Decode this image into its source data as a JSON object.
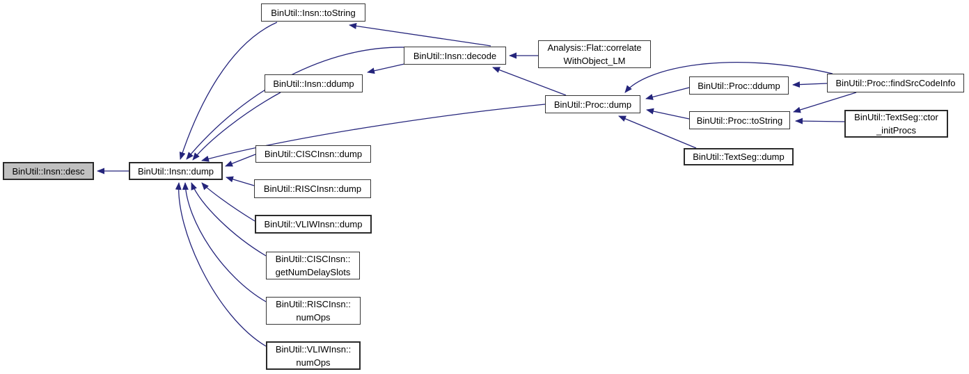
{
  "diagram": {
    "kind": "caller-graph",
    "colors": {
      "background": "#ffffff",
      "edge_color": "#24247b",
      "node_fill": "#ffffff",
      "node_border": "#343434",
      "selected_fill": "#c0c0c0"
    },
    "nodes": [
      {
        "id": "insn-desc",
        "label": "BinUtil::Insn::desc",
        "selected": true
      },
      {
        "id": "insn-dump",
        "label": "BinUtil::Insn::dump"
      },
      {
        "id": "insn-tostring",
        "label": "BinUtil::Insn::toString"
      },
      {
        "id": "insn-decode",
        "label": "BinUtil::Insn::decode"
      },
      {
        "id": "insn-ddump",
        "label": "BinUtil::Insn::ddump"
      },
      {
        "id": "flat-correlate",
        "label": "Analysis::Flat::correlate\nWithObject_LM"
      },
      {
        "id": "proc-dump",
        "label": "BinUtil::Proc::dump"
      },
      {
        "id": "proc-ddump",
        "label": "BinUtil::Proc::ddump"
      },
      {
        "id": "proc-findsrccodeinfo",
        "label": "BinUtil::Proc::findSrcCodeInfo"
      },
      {
        "id": "proc-tostring",
        "label": "BinUtil::Proc::toString"
      },
      {
        "id": "textseg-ctor-initprocs",
        "label": "BinUtil::TextSeg::ctor\n_initProcs"
      },
      {
        "id": "textseg-dump",
        "label": "BinUtil::TextSeg::dump"
      },
      {
        "id": "ciscinsn-dump",
        "label": "BinUtil::CISCInsn::dump"
      },
      {
        "id": "riscinsn-dump",
        "label": "BinUtil::RISCInsn::dump"
      },
      {
        "id": "vliwinsn-dump",
        "label": "BinUtil::VLIWInsn::dump"
      },
      {
        "id": "ciscinsn-getnumdelayslots",
        "label": "BinUtil::CISCInsn::\ngetNumDelaySlots"
      },
      {
        "id": "riscinsn-numops",
        "label": "BinUtil::RISCInsn::\nnumOps"
      },
      {
        "id": "vliwinsn-numops",
        "label": "BinUtil::VLIWInsn::\nnumOps"
      }
    ],
    "edges": [
      {
        "from": "insn-dump",
        "to": "insn-desc"
      },
      {
        "from": "insn-tostring",
        "to": "insn-dump"
      },
      {
        "from": "insn-decode",
        "to": "insn-dump"
      },
      {
        "from": "insn-ddump",
        "to": "insn-dump"
      },
      {
        "from": "proc-dump",
        "to": "insn-dump"
      },
      {
        "from": "ciscinsn-dump",
        "to": "insn-dump"
      },
      {
        "from": "riscinsn-dump",
        "to": "insn-dump"
      },
      {
        "from": "vliwinsn-dump",
        "to": "insn-dump"
      },
      {
        "from": "ciscinsn-getnumdelayslots",
        "to": "insn-dump"
      },
      {
        "from": "riscinsn-numops",
        "to": "insn-dump"
      },
      {
        "from": "vliwinsn-numops",
        "to": "insn-dump"
      },
      {
        "from": "insn-decode",
        "to": "insn-tostring"
      },
      {
        "from": "flat-correlate",
        "to": "insn-decode"
      },
      {
        "from": "proc-dump",
        "to": "insn-decode"
      },
      {
        "from": "insn-decode",
        "to": "insn-ddump"
      },
      {
        "from": "proc-ddump",
        "to": "proc-dump"
      },
      {
        "from": "proc-tostring",
        "to": "proc-dump"
      },
      {
        "from": "textseg-dump",
        "to": "proc-dump"
      },
      {
        "from": "proc-findsrccodeinfo",
        "to": "proc-dump"
      },
      {
        "from": "proc-findsrccodeinfo",
        "to": "proc-ddump"
      },
      {
        "from": "proc-findsrccodeinfo",
        "to": "proc-tostring"
      },
      {
        "from": "textseg-ctor-initprocs",
        "to": "proc-tostring"
      }
    ]
  }
}
